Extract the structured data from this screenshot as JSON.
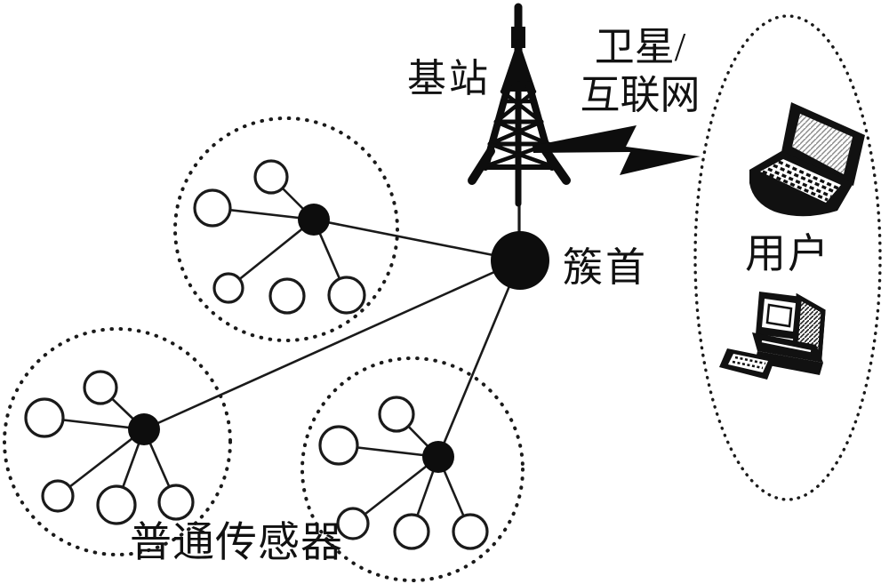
{
  "diagram": {
    "background": "#ffffff",
    "ink": "#111111",
    "sensor_node_fill": "#ffffff",
    "cluster_head_fill": "#0d0d0d"
  },
  "labels": {
    "base_station": "基站",
    "satellite_internet": "卫星/\n互联网",
    "cluster_head": "簇首",
    "ordinary_sensor": "普通传感器",
    "user": "用户"
  },
  "network": {
    "main_cluster_head_links": 4,
    "clusters": [
      {
        "id": "top-left",
        "cluster_heads": 1,
        "sensor_nodes": 5,
        "connected_sensors": 4
      },
      {
        "id": "bottom-left",
        "cluster_heads": 1,
        "sensor_nodes": 5,
        "connected_sensors": 5
      },
      {
        "id": "bottom-middle",
        "cluster_heads": 1,
        "sensor_nodes": 5,
        "connected_sensors": 5
      }
    ],
    "user_devices": [
      "laptop",
      "desktop-computer"
    ]
  }
}
